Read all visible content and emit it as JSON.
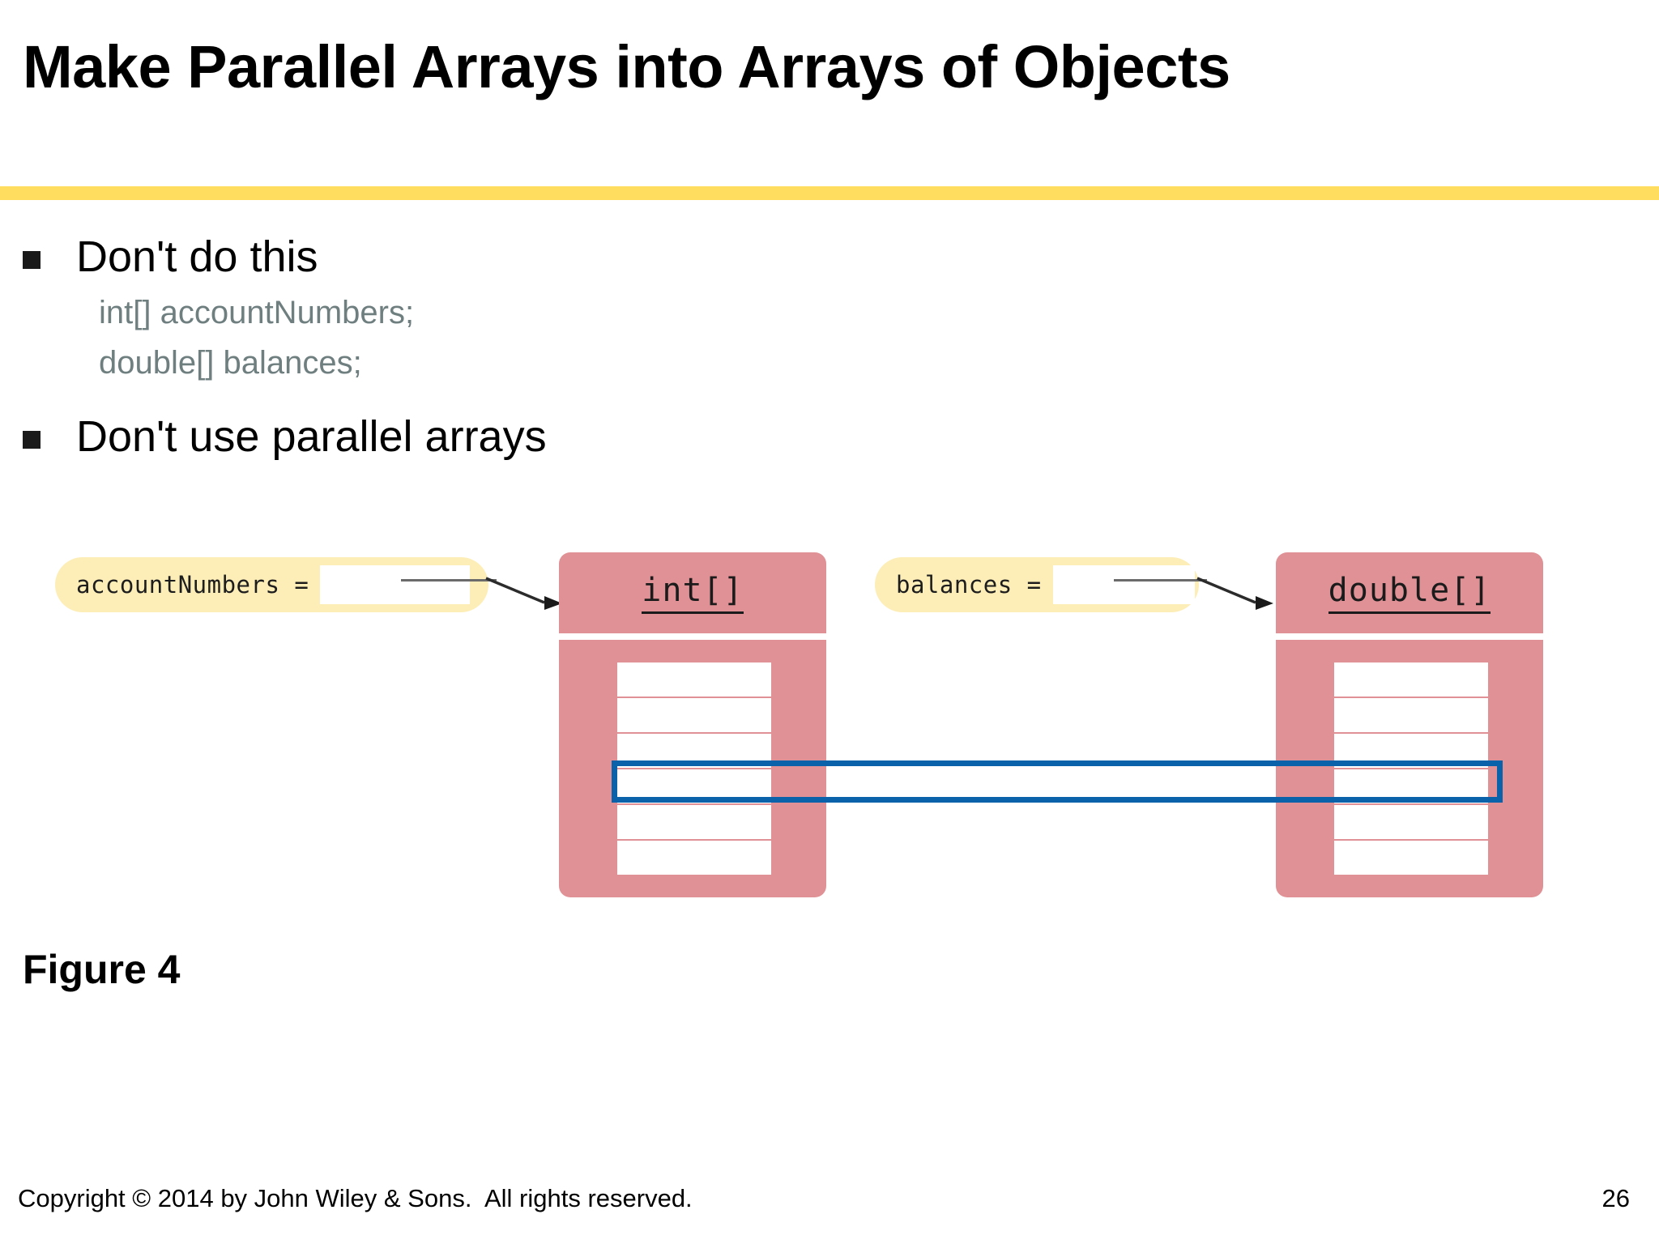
{
  "slide": {
    "title": "Make Parallel Arrays into Arrays of Objects",
    "accent_bar_color": "#ffdd5e",
    "figure_caption": "Figure 4"
  },
  "bullets": [
    {
      "marker": "square-bullet",
      "text": "Don't do this",
      "code_lines": "int[] accountNumbers;\ndouble[] balances;"
    },
    {
      "marker": "square-bullet",
      "text": "Don't use parallel arrays",
      "code_lines": ""
    }
  ],
  "code": {
    "line1": "int[] accountNumbers;",
    "line2": "double[] balances;",
    "color": "#6f7f80"
  },
  "diagram": {
    "colors": {
      "pill": "#fdeeb8",
      "array": "#e09195",
      "highlight": "#0a62ab",
      "reference_line": "#6b6b6b"
    },
    "variables": [
      {
        "name": "accountNumbers",
        "label": "accountNumbers =",
        "value": ""
      },
      {
        "name": "balances",
        "label": "balances =",
        "value": ""
      }
    ],
    "arrays": [
      {
        "name": "int-array",
        "type_label": "int[]",
        "cell_count": 6,
        "highlighted_index": 4
      },
      {
        "name": "double-array",
        "type_label": "double[]",
        "cell_count": 6,
        "highlighted_index": 4
      }
    ],
    "highlight": {
      "name": "parallel-element-link",
      "description": "blue rectangle linking element 4 of both arrays"
    }
  },
  "footer": {
    "copyright": "Copyright © 2014 by John Wiley & Sons.  All rights reserved.",
    "page_number": "26"
  }
}
